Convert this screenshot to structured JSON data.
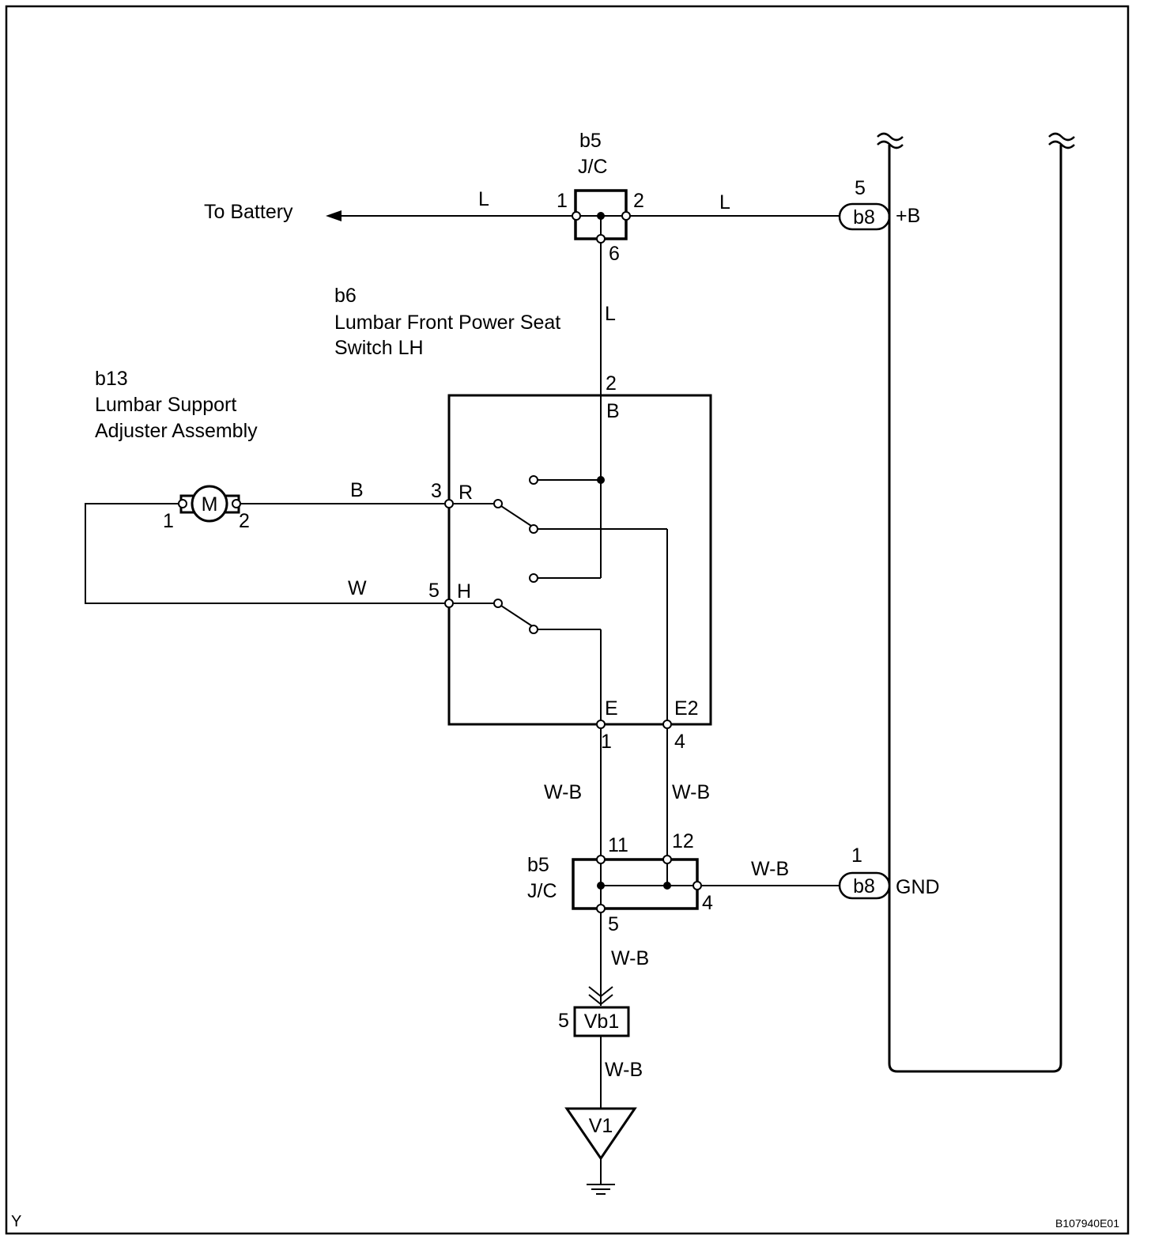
{
  "battery": {
    "label": "To Battery"
  },
  "jc_top": {
    "code": "b5",
    "name": "J/C",
    "pins": [
      "1",
      "2",
      "6"
    ]
  },
  "jc_bottom": {
    "code": "b5",
    "name": "J/C",
    "pins": [
      "11",
      "12",
      "4",
      "5"
    ]
  },
  "switch": {
    "code": "b6",
    "name_line1": "Lumbar Front Power Seat",
    "name_line2": "Switch LH",
    "pins": [
      {
        "num": "2",
        "term": "B"
      },
      {
        "num": "3",
        "term": "R"
      },
      {
        "num": "5",
        "term": "H"
      },
      {
        "num": "1",
        "term": "E"
      },
      {
        "num": "4",
        "term": "E2"
      }
    ]
  },
  "motor": {
    "code": "b13",
    "name_line1": "Lumbar Support",
    "name_line2": "Adjuster Assembly",
    "symbol": "M",
    "pins": [
      "1",
      "2"
    ]
  },
  "connector_b8": {
    "name": "b8",
    "power": {
      "pin": "5",
      "signal": "+B"
    },
    "ground": {
      "pin": "1",
      "signal": "GND"
    }
  },
  "connector_vb1": {
    "name": "Vb1",
    "pin": "5"
  },
  "ground_point": {
    "name": "V1"
  },
  "wire_colors": {
    "battery_to_jc": "L",
    "jc_to_b8": "L",
    "jc_to_switch": "L",
    "motor_r": "B",
    "motor_h": "W",
    "switch_e": "W-B",
    "switch_e2": "W-B",
    "jc_to_b8_gnd": "W-B",
    "jc_to_vb1": "W-B",
    "vb1_to_v1": "W-B"
  },
  "corner_left": "Y",
  "figure_code": "B107940E01"
}
